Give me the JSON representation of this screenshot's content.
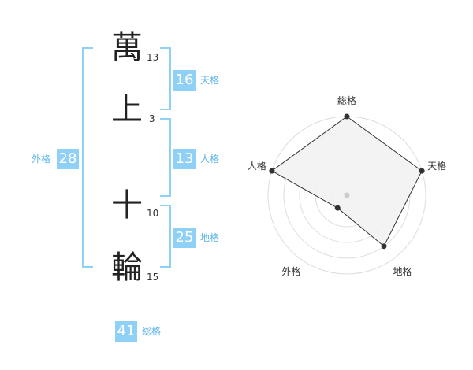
{
  "name_chars": [
    {
      "char": "萬",
      "strokes": "13"
    },
    {
      "char": "上",
      "strokes": "3"
    },
    {
      "char": "十",
      "strokes": "10"
    },
    {
      "char": "輪",
      "strokes": "15"
    }
  ],
  "kaku": {
    "tenkaku": {
      "value": "16",
      "label": "天格"
    },
    "jinkaku": {
      "value": "13",
      "label": "人格"
    },
    "chikaku": {
      "value": "25",
      "label": "地格"
    },
    "gaikaku": {
      "value": "28",
      "label": "外格"
    },
    "soukaku": {
      "value": "41",
      "label": "総格"
    }
  },
  "chart_data": {
    "type": "radar",
    "axes": [
      "総格",
      "天格",
      "地格",
      "外格",
      "人格"
    ],
    "values": [
      5,
      5,
      4,
      1,
      5
    ],
    "max": 5,
    "colors": {
      "fill": "#f2f2f2",
      "line": "#333333",
      "ring": "#dddddd",
      "accent": "#8fd0f7"
    }
  }
}
